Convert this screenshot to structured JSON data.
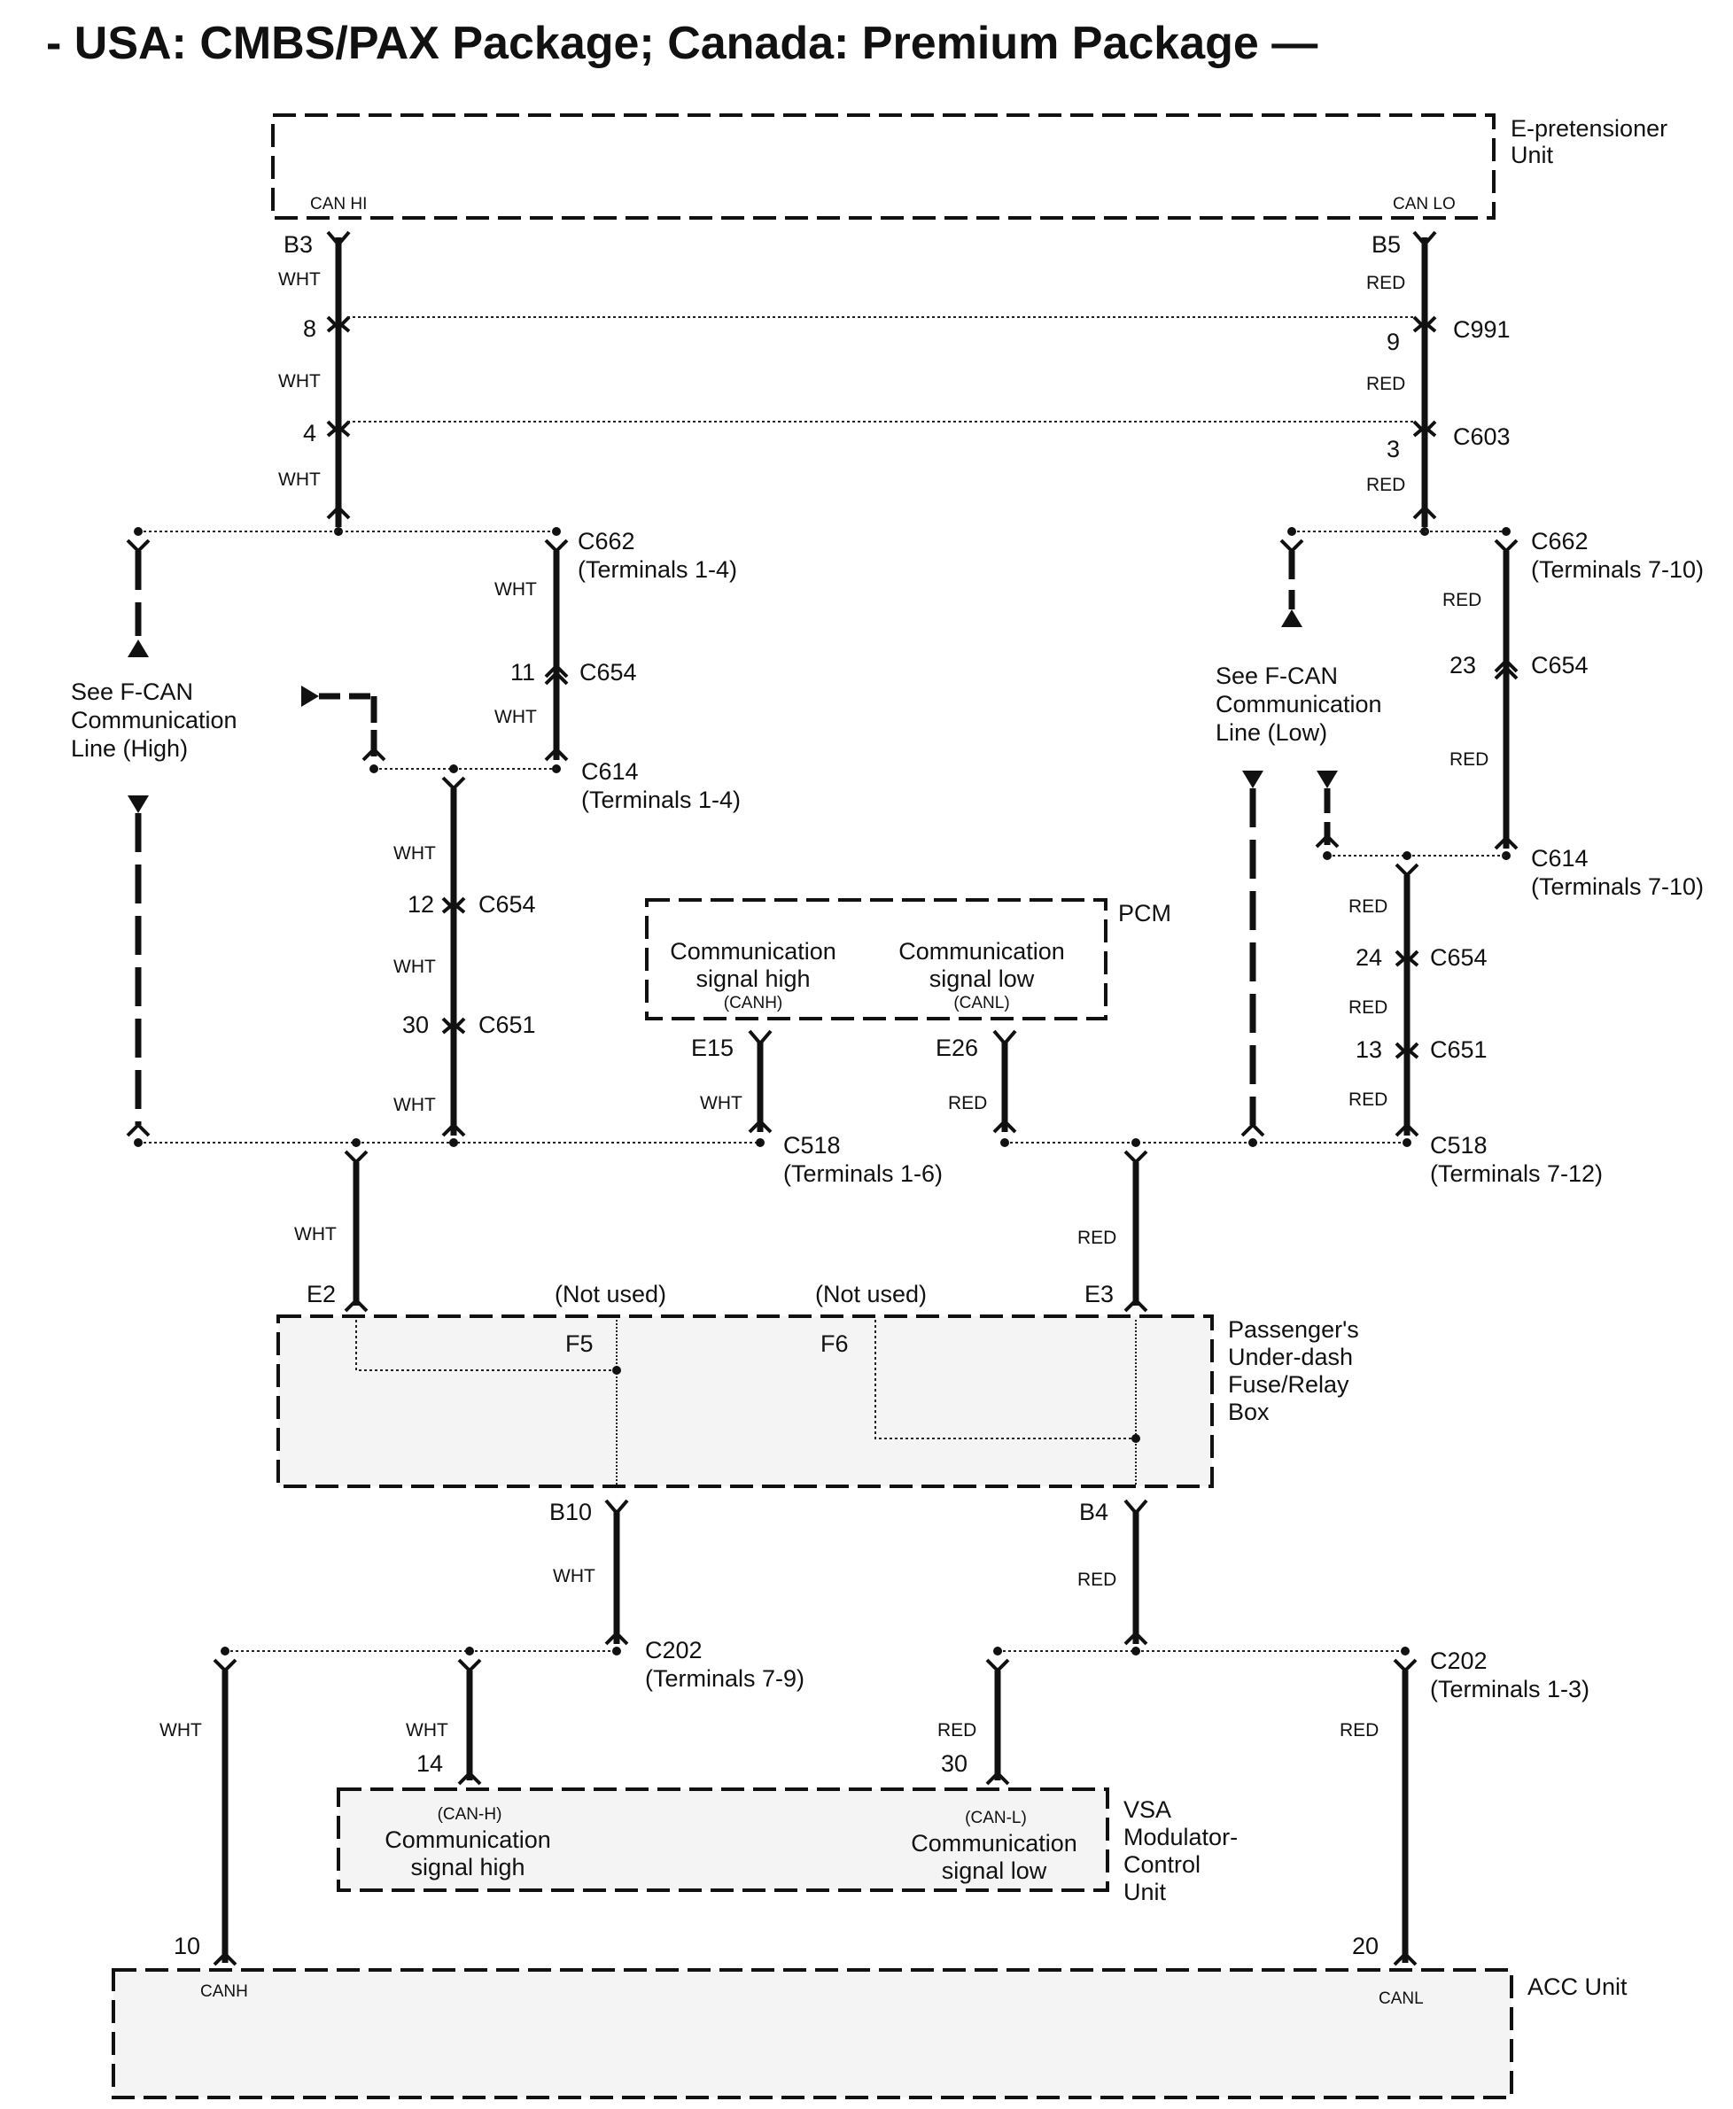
{
  "title": "- USA: CMBS/PAX Package; Canada: Premium Package —",
  "components": {
    "e_pretensioner": {
      "name_line1": "E-pretensioner",
      "name_line2": "Unit",
      "pin_high": "CAN HI",
      "pin_low": "CAN LO"
    },
    "pcm": {
      "name": "PCM",
      "high_line1": "Communication",
      "high_line2": "signal high",
      "high_line3": "(CANH)",
      "low_line1": "Communication",
      "low_line2": "signal low",
      "low_line3": "(CANL)"
    },
    "fuse_box": {
      "name_line1": "Passenger's",
      "name_line2": "Under-dash",
      "name_line3": "Fuse/Relay",
      "name_line4": "Box",
      "not_used_1": "(Not used)",
      "not_used_2": "(Not used)"
    },
    "vsa": {
      "name_line1": "VSA",
      "name_line2": "Modulator-",
      "name_line3": "Control",
      "name_line4": "Unit",
      "high_tag": "(CAN-H)",
      "high_line1": "Communication",
      "high_line2": "signal high",
      "low_tag": "(CAN-L)",
      "low_line1": "Communication",
      "low_line2": "signal low"
    },
    "acc": {
      "name": "ACC Unit",
      "pin_high": "CANH",
      "pin_low": "CANL"
    }
  },
  "references": {
    "fcan_high": {
      "line1": "See F-CAN",
      "line2": "Communication",
      "line3": "Line (High)"
    },
    "fcan_low": {
      "line1": "See F-CAN",
      "line2": "Communication",
      "line3": "Line (Low)"
    }
  },
  "terminals": {
    "B3": "B3",
    "B5": "B5",
    "t8": "8",
    "t9": "9",
    "t4": "4",
    "t3": "3",
    "t11": "11",
    "t23": "23",
    "t12": "12",
    "t24": "24",
    "t30a": "30",
    "t13": "13",
    "E15": "E15",
    "E26": "E26",
    "E2": "E2",
    "E3": "E3",
    "F5": "F5",
    "F6": "F6",
    "B10": "B10",
    "B4": "B4",
    "t14": "14",
    "t30b": "30",
    "t10": "10",
    "t20": "20"
  },
  "connectors": {
    "C991": "C991",
    "C603": "C603",
    "C662_hi": "C662",
    "C662_hi_terms": "(Terminals 1-4)",
    "C662_lo": "C662",
    "C662_lo_terms": "(Terminals 7-10)",
    "C654_11": "C654",
    "C654_23": "C654",
    "C654_12": "C654",
    "C654_24": "C654",
    "C614_hi": "C614",
    "C614_hi_terms": "(Terminals 1-4)",
    "C614_lo": "C614",
    "C614_lo_terms": "(Terminals 7-10)",
    "C651_30": "C651",
    "C651_13": "C651",
    "C518_hi": "C518",
    "C518_hi_terms": "(Terminals 1-6)",
    "C518_lo": "C518",
    "C518_lo_terms": "(Terminals 7-12)",
    "C202_hi": "C202",
    "C202_hi_terms": "(Terminals 7-9)",
    "C202_lo": "C202",
    "C202_lo_terms": "(Terminals 1-3)"
  },
  "wire_colors": {
    "high": "WHT",
    "low": "RED"
  }
}
